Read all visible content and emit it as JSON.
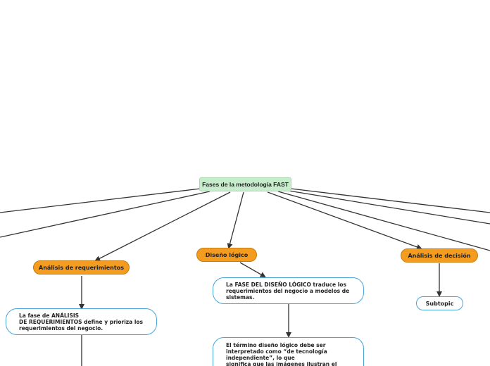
{
  "title": "Fases de la metodología FAST",
  "colors": {
    "main_topic": "#c6eccb",
    "phase": "#f39c1f",
    "detail_border": "#4aa6d8",
    "edge": "#333333"
  },
  "phases": [
    {
      "label": "Análisis de requerimientos"
    },
    {
      "label": "Diseño lógico"
    },
    {
      "label": "Análisis de decisión"
    }
  ],
  "details": [
    {
      "text": "La fase de ANÁLISIS\nDE REQUERIMIENTOS define y prioriza los\nrequerimientos del negocio."
    },
    {
      "text": "La FASE DEL DISEÑO LÓGICO traduce los\nrequerimientos del negocio a modelos de\nsistemas."
    },
    {
      "text": "El término diseño lógico debe ser\ninterpretado como “de tecnología\nindependiente”, lo que\nsignifica que las imágenes ilustran el"
    }
  ],
  "subtopic": {
    "label": "Subtopic"
  }
}
